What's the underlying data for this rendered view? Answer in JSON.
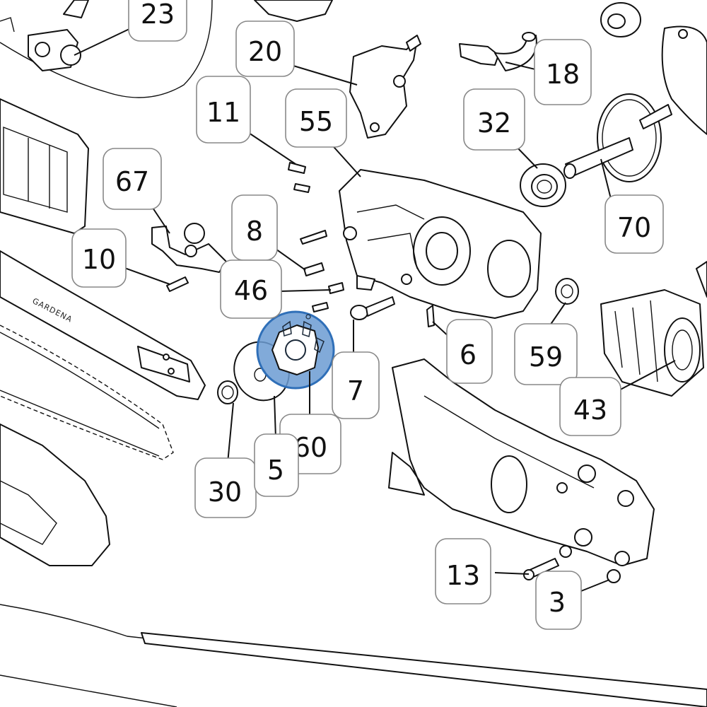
{
  "diagram": {
    "callouts": [
      {
        "id": "c23",
        "label": "23"
      },
      {
        "id": "c20",
        "label": "20"
      },
      {
        "id": "c18",
        "label": "18"
      },
      {
        "id": "c11",
        "label": "11"
      },
      {
        "id": "c55",
        "label": "55"
      },
      {
        "id": "c32",
        "label": "32"
      },
      {
        "id": "c67",
        "label": "67"
      },
      {
        "id": "c70",
        "label": "70"
      },
      {
        "id": "c8",
        "label": "8"
      },
      {
        "id": "c10",
        "label": "10"
      },
      {
        "id": "c46",
        "label": "46"
      },
      {
        "id": "c6",
        "label": "6"
      },
      {
        "id": "c59",
        "label": "59"
      },
      {
        "id": "c7",
        "label": "7"
      },
      {
        "id": "c43",
        "label": "43"
      },
      {
        "id": "c60",
        "label": "60"
      },
      {
        "id": "c30",
        "label": "30"
      },
      {
        "id": "c5",
        "label": "5"
      },
      {
        "id": "c13",
        "label": "13"
      },
      {
        "id": "c3",
        "label": "3"
      }
    ],
    "bar_brand": "GARDENA",
    "highlight": {
      "part": "60",
      "color": "#6b9bd2",
      "border": "#2f6fb8"
    }
  }
}
